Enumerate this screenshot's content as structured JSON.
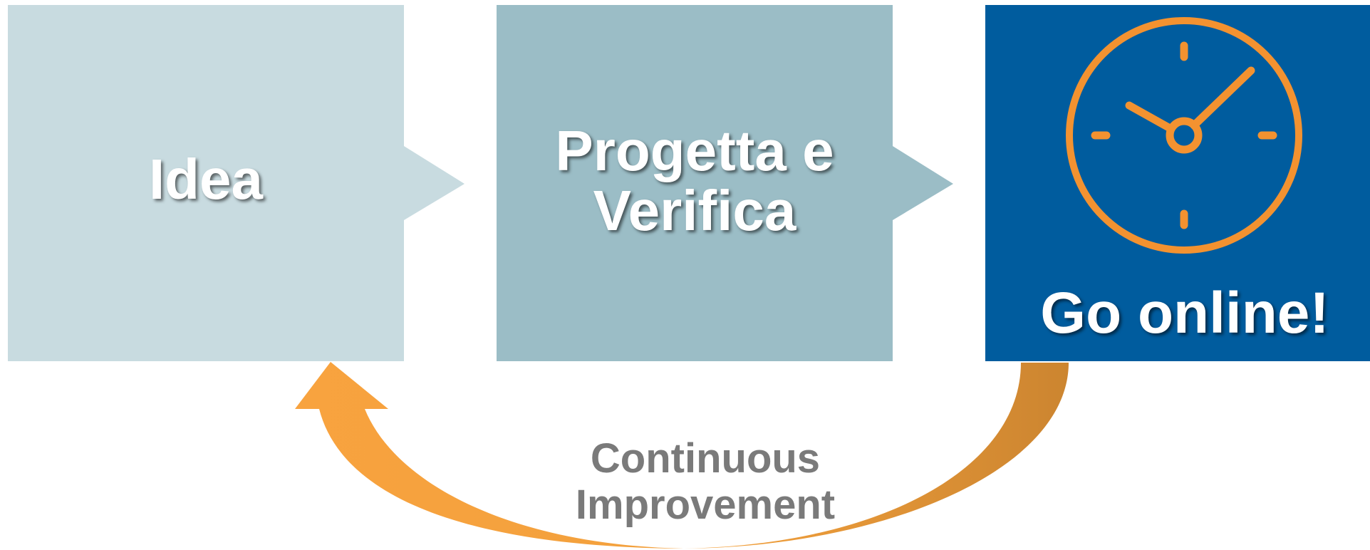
{
  "steps": [
    {
      "label": "Idea",
      "color": "#c8dbe0"
    },
    {
      "label_line1": "Progetta e",
      "label_line2": "Verifica",
      "color": "#9bbdc6"
    },
    {
      "label": "Go online!",
      "color": "#005c9e",
      "icon": "clock-icon"
    }
  ],
  "cycle": {
    "label_line1": "Continuous",
    "label_line2": "Improvement",
    "arrow_color": "#f7a23d",
    "arrow_color_dark": "#d08a30"
  },
  "icon_color": "#f39230"
}
